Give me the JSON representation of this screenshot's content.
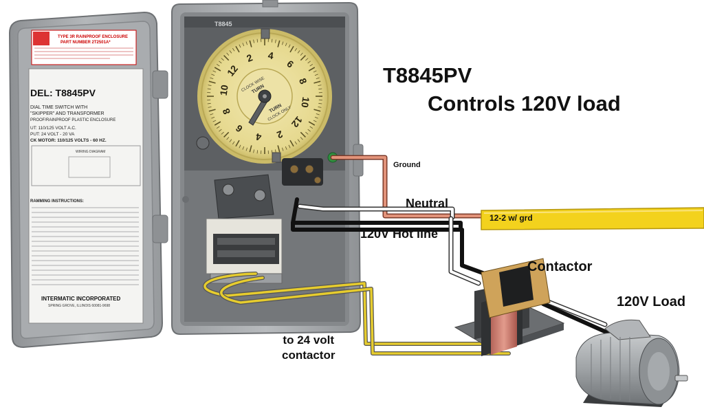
{
  "title": {
    "model": "T8845PV",
    "subtitle": "Controls 120V load"
  },
  "labels": {
    "ground": "Ground",
    "neutral": "Neutral",
    "hot_line": "120V Hot line",
    "cable": "12-2 w/ grd",
    "contactor": "Contactor",
    "load": "120V Load",
    "to_contactor_line1": "to 24 volt",
    "to_contactor_line2": "contactor"
  },
  "enclosure_door": {
    "warning_title": "TYPE 3R RAINPROOF ENCLOSURE",
    "part_number": "PART NUMBER 2T2501A*",
    "model_label": "DEL: T8845PV",
    "line1": "DIAL TIME SWITCH WITH",
    "line2": "\"SKIPPER\" AND TRANSFORMER",
    "line3": "PROOF/RAINPROOF PLASTIC ENCLOSURE",
    "line4": "UT: 110/125 VOLT A.C.",
    "line5": "PUT: 24 VOLT - 20 VA",
    "line6": "CK MOTOR: 110/125 VOLTS - 60 HZ.",
    "wiring_diagram": "WIRING DIAGRAM",
    "instructions_heading": "RAMMING INSTRUCTIONS:",
    "brand": "INTERMATIC INCORPORATED",
    "brand_sub": "SPRING GROVE, ILLINOIS 60081-9698"
  },
  "dial": {
    "header": "T8845",
    "numbers": [
      "12",
      "2",
      "4",
      "6",
      "8",
      "10",
      "12",
      "2",
      "4",
      "6",
      "8",
      "10"
    ],
    "inner_text": [
      "CLOCK WISE",
      "TURN",
      "TURN",
      "CLOCK ONLY"
    ]
  },
  "colors": {
    "enclosure": "#a5a8ab",
    "dial": "#e9dd9a",
    "cable_jacket": "#f3d21d",
    "ground_wire": "#e2937a",
    "low_voltage_wire": "#e6cc2e",
    "coil": "#c97a6c"
  }
}
